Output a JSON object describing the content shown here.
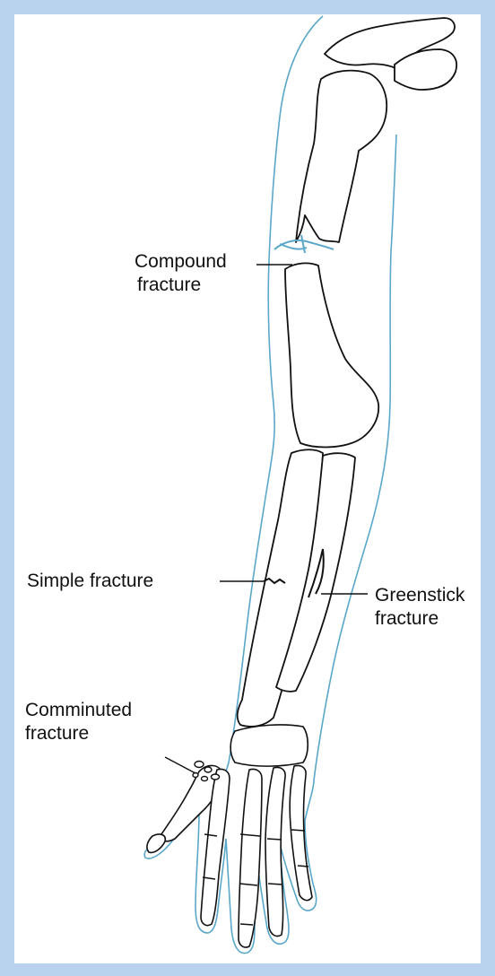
{
  "labels": {
    "compound": [
      "Compound",
      "fracture"
    ],
    "simple": "Simple fracture",
    "greenstick": [
      "Greenstick",
      "fracture"
    ],
    "comminuted": [
      "Comminuted",
      "fracture"
    ]
  },
  "colors": {
    "frame": "#b9d3ee",
    "skin_outline": "#5aa7c9",
    "bone": "#111111"
  }
}
